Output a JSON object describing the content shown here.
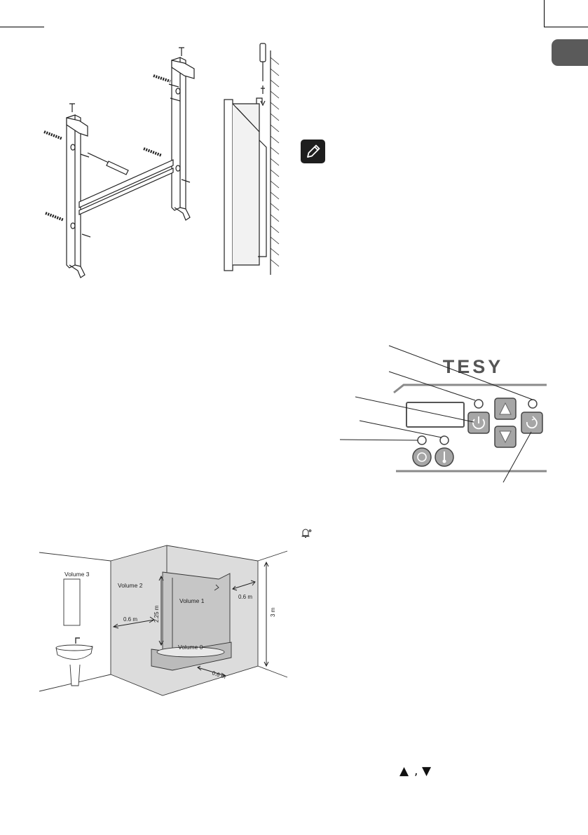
{
  "page": {
    "language_tab": "",
    "note_icon": "pencil-icon",
    "alarm_icon": "bell-icon",
    "arrow_up_glyph": "▲",
    "arrow_down_glyph": "▼"
  },
  "control_panel": {
    "brand": "TESY"
  },
  "bathroom_zones": {
    "volume_3": "Volume 3",
    "volume_2": "Volume 2",
    "volume_1": "Volume 1",
    "volume_0": "Volume 0",
    "dim_left": "0.6 m",
    "dim_right": "0.6 m",
    "dim_bottom": "0.6 m",
    "dim_height_shower": "2.25 m",
    "dim_height_room": "3 m"
  },
  "colors": {
    "panel_button": "#a6a6a6",
    "panel_line": "#8a8a8a",
    "zone_fill": "#dcdcdc",
    "zone_fill_dark": "#c6c6c6",
    "language_tab": "#5a5a5a"
  }
}
